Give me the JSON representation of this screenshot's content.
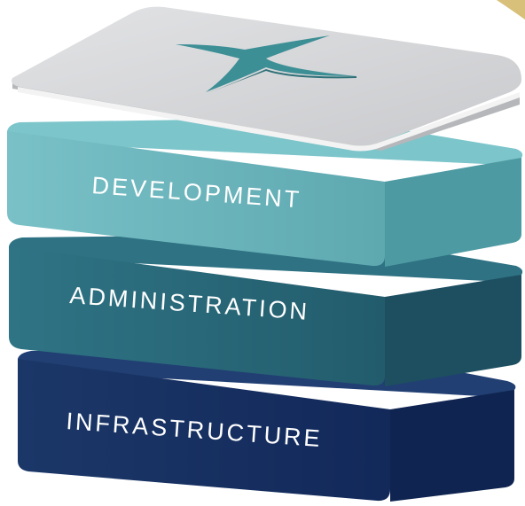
{
  "layers": [
    {
      "label": "INFRASTRUCTURE",
      "top_color": "#1d3a6e",
      "front_color": "#163063",
      "side_color": "#0f2450"
    },
    {
      "label": "ADMINISTRATION",
      "top_color": "#2b6f7e",
      "front_color": "#2a6b7d",
      "side_color": "#1d4f60"
    },
    {
      "label": "DEVELOPMENT",
      "top_color": "#6fbcc3",
      "front_color": "#74bec5",
      "side_color": "#3f8a93"
    }
  ],
  "cap": {
    "top_color": "#d7d8da",
    "edge_color": "#f3f3f3",
    "shadow_color": "#b5b7ba"
  },
  "star": {
    "color": "#3d8f96",
    "shadow_color": "#2f7178",
    "icon": "four-point-star"
  },
  "corner_accent": {
    "color": "#d8c07a"
  }
}
